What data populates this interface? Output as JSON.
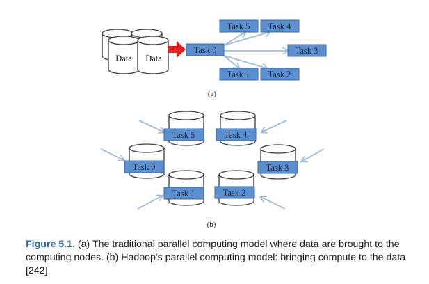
{
  "diagram_a": {
    "data_stores": [
      "Data",
      "Data"
    ],
    "center_task": "Task 0",
    "tasks": [
      "Task 5",
      "Task 4",
      "Task 3",
      "Task 1",
      "Task 2"
    ],
    "sublabel": "(a)"
  },
  "diagram_b": {
    "tasks": [
      "Task 5",
      "Task 4",
      "Task 0",
      "Task 3",
      "Task 1",
      "Task 2"
    ],
    "sublabel": "(b)"
  },
  "caption": {
    "label": "Figure 5.1.",
    "text": " (a) The traditional parallel computing model where data are brought to the computing nodes. (b) Hadoop's parallel computing model: bringing compute to the data [242]"
  },
  "colors": {
    "task_fill": "#5b8fcf",
    "task_stroke": "#3a6aa5",
    "arrow": "#9bbbe0",
    "big_arrow": "#e02020",
    "cylinder_stroke": "#3a3a3a",
    "caption_label": "#2c6aa8"
  }
}
